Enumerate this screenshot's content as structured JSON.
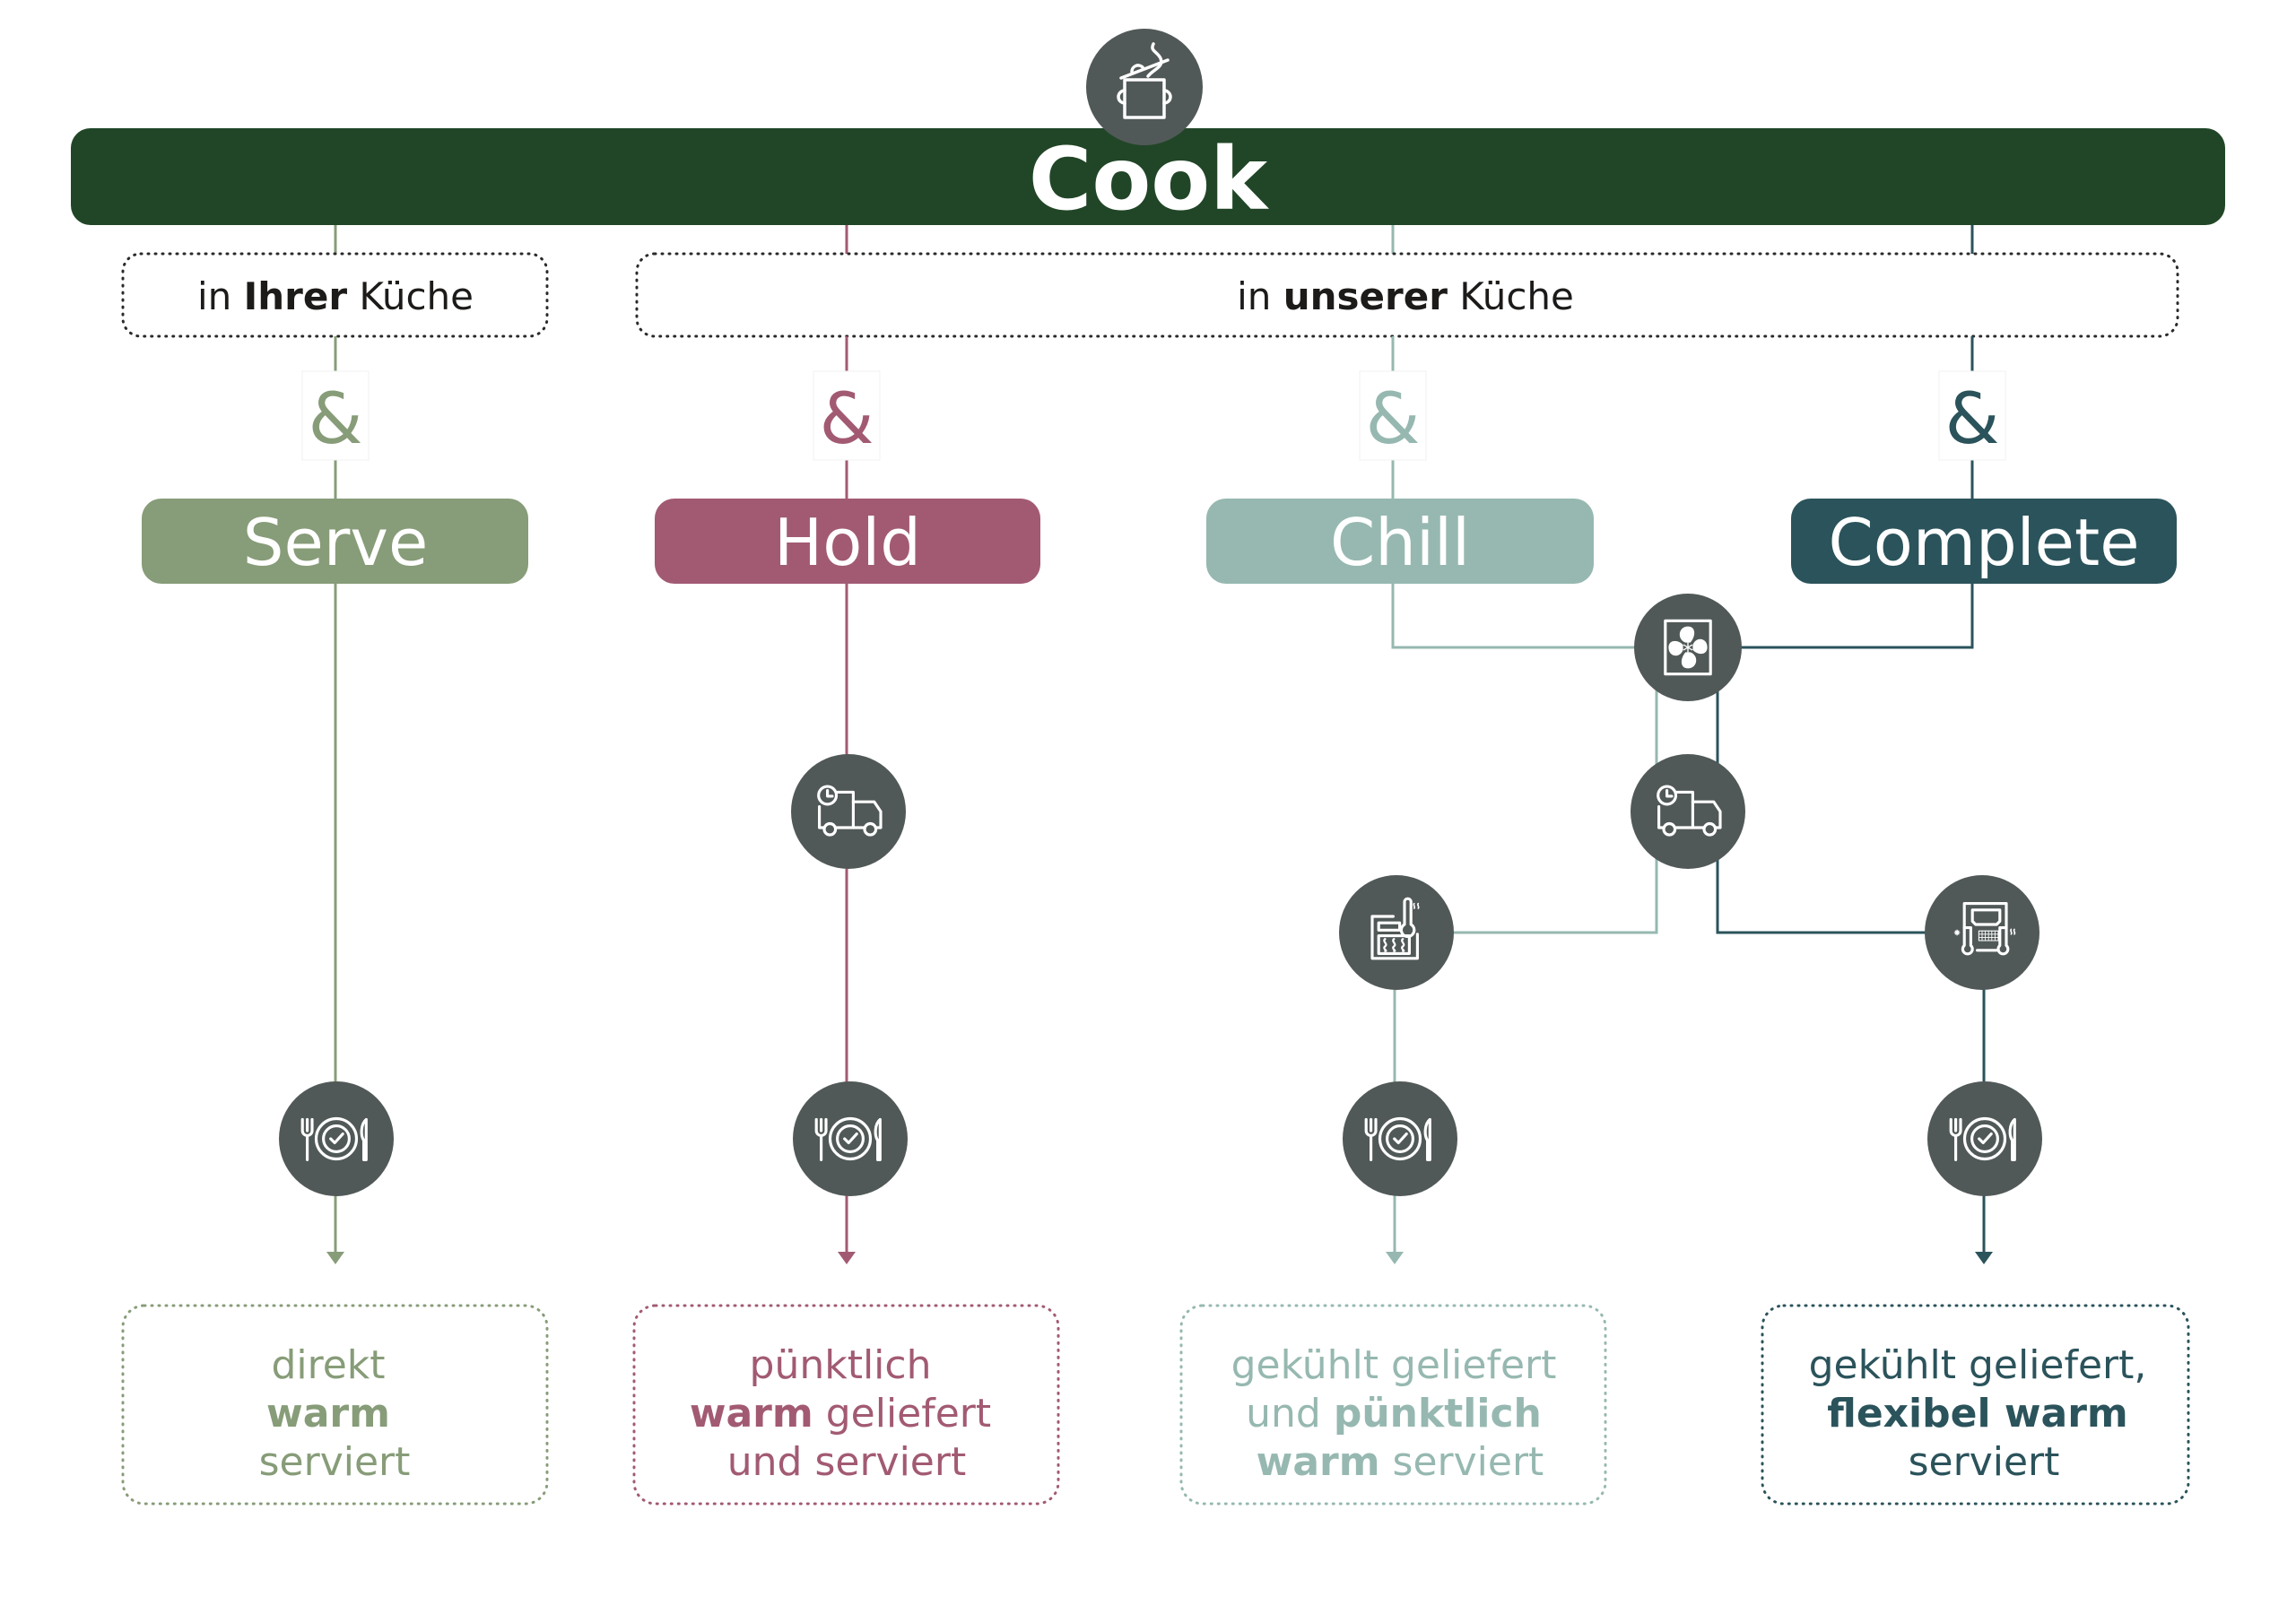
{
  "title": "Cook",
  "colors": {
    "title_bar": "#214627",
    "icon_circle": "#515958",
    "location_text": "#1d1b19",
    "serve": "#879c78",
    "hold": "#a25a73",
    "chill": "#96b8b0",
    "complete": "#2b535b"
  },
  "icons": {
    "top": "cooking-pot-icon",
    "blast_chiller": "blast-chiller-fan-icon",
    "delivery": "delivery-truck-clock-icon",
    "oven": "oven-thermometer-icon",
    "regeneration": "regeneration-cabinet-icon",
    "serving": "plate-cutlery-check-icon"
  },
  "locations": [
    {
      "prefix": "in ",
      "bold": "Ihrer",
      "suffix": " Küche"
    },
    {
      "prefix": "in ",
      "bold": "unserer",
      "suffix": " Küche"
    }
  ],
  "ampersand": "&",
  "columns": [
    {
      "key": "serve",
      "label": "Serve",
      "description": [
        [
          {
            "text": "direkt",
            "bold": false
          }
        ],
        [
          {
            "text": "warm",
            "bold": true
          }
        ],
        [
          {
            "text": "serviert",
            "bold": false
          }
        ]
      ]
    },
    {
      "key": "hold",
      "label": "Hold",
      "description": [
        [
          {
            "text": "pünktlich",
            "bold": false
          }
        ],
        [
          {
            "text": "warm",
            "bold": true
          },
          {
            "text": " geliefert",
            "bold": false
          }
        ],
        [
          {
            "text": "und serviert",
            "bold": false
          }
        ]
      ]
    },
    {
      "key": "chill",
      "label": "Chill",
      "description": [
        [
          {
            "text": "gekühlt geliefert",
            "bold": false
          }
        ],
        [
          {
            "text": "und ",
            "bold": false
          },
          {
            "text": "pünktlich",
            "bold": true
          }
        ],
        [
          {
            "text": "warm",
            "bold": true
          },
          {
            "text": " serviert",
            "bold": false
          }
        ]
      ]
    },
    {
      "key": "complete",
      "label": "Complete",
      "description": [
        [
          {
            "text": "gekühlt geliefert,",
            "bold": false
          }
        ],
        [
          {
            "text": "flexibel warm",
            "bold": true
          }
        ],
        [
          {
            "text": "serviert",
            "bold": false
          }
        ]
      ]
    }
  ]
}
